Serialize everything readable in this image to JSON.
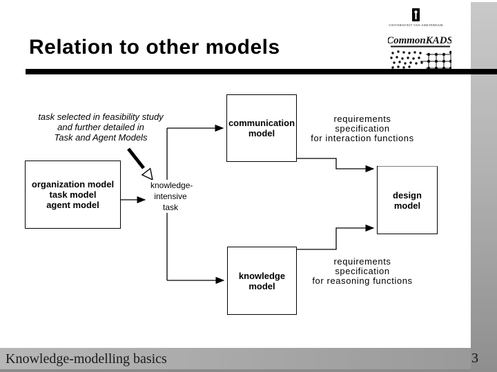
{
  "slide": {
    "title": "Relation to other models",
    "footer": "Knowledge-modelling basics",
    "page_number": "3"
  },
  "logos": {
    "university_name": "UNIVERSITEIT VAN AMSTERDAM",
    "commonkads": "CommonKADS"
  },
  "boxes": {
    "organization": [
      "organization model",
      "task model",
      "agent model"
    ],
    "communication": [
      "communication",
      "model"
    ],
    "design": [
      "design",
      "model"
    ],
    "knowledge": [
      "knowledge",
      "model"
    ]
  },
  "annotations": {
    "feasibility_note": [
      "task selected in feasibility study",
      "and further detailed in",
      "Task and Agent Models"
    ],
    "ki_task": [
      "knowledge-",
      "intensive",
      "task"
    ],
    "interaction_req": [
      "requirements",
      "specification",
      "for interaction functions"
    ],
    "reasoning_req": [
      "requirements",
      "specification",
      "for reasoning functions"
    ]
  },
  "colors": {
    "accent": "#000000",
    "bar_gray_top": "#c9c9c9",
    "bar_gray_bottom": "#8e8e8e",
    "footer_gray": "#a9a9a9"
  }
}
